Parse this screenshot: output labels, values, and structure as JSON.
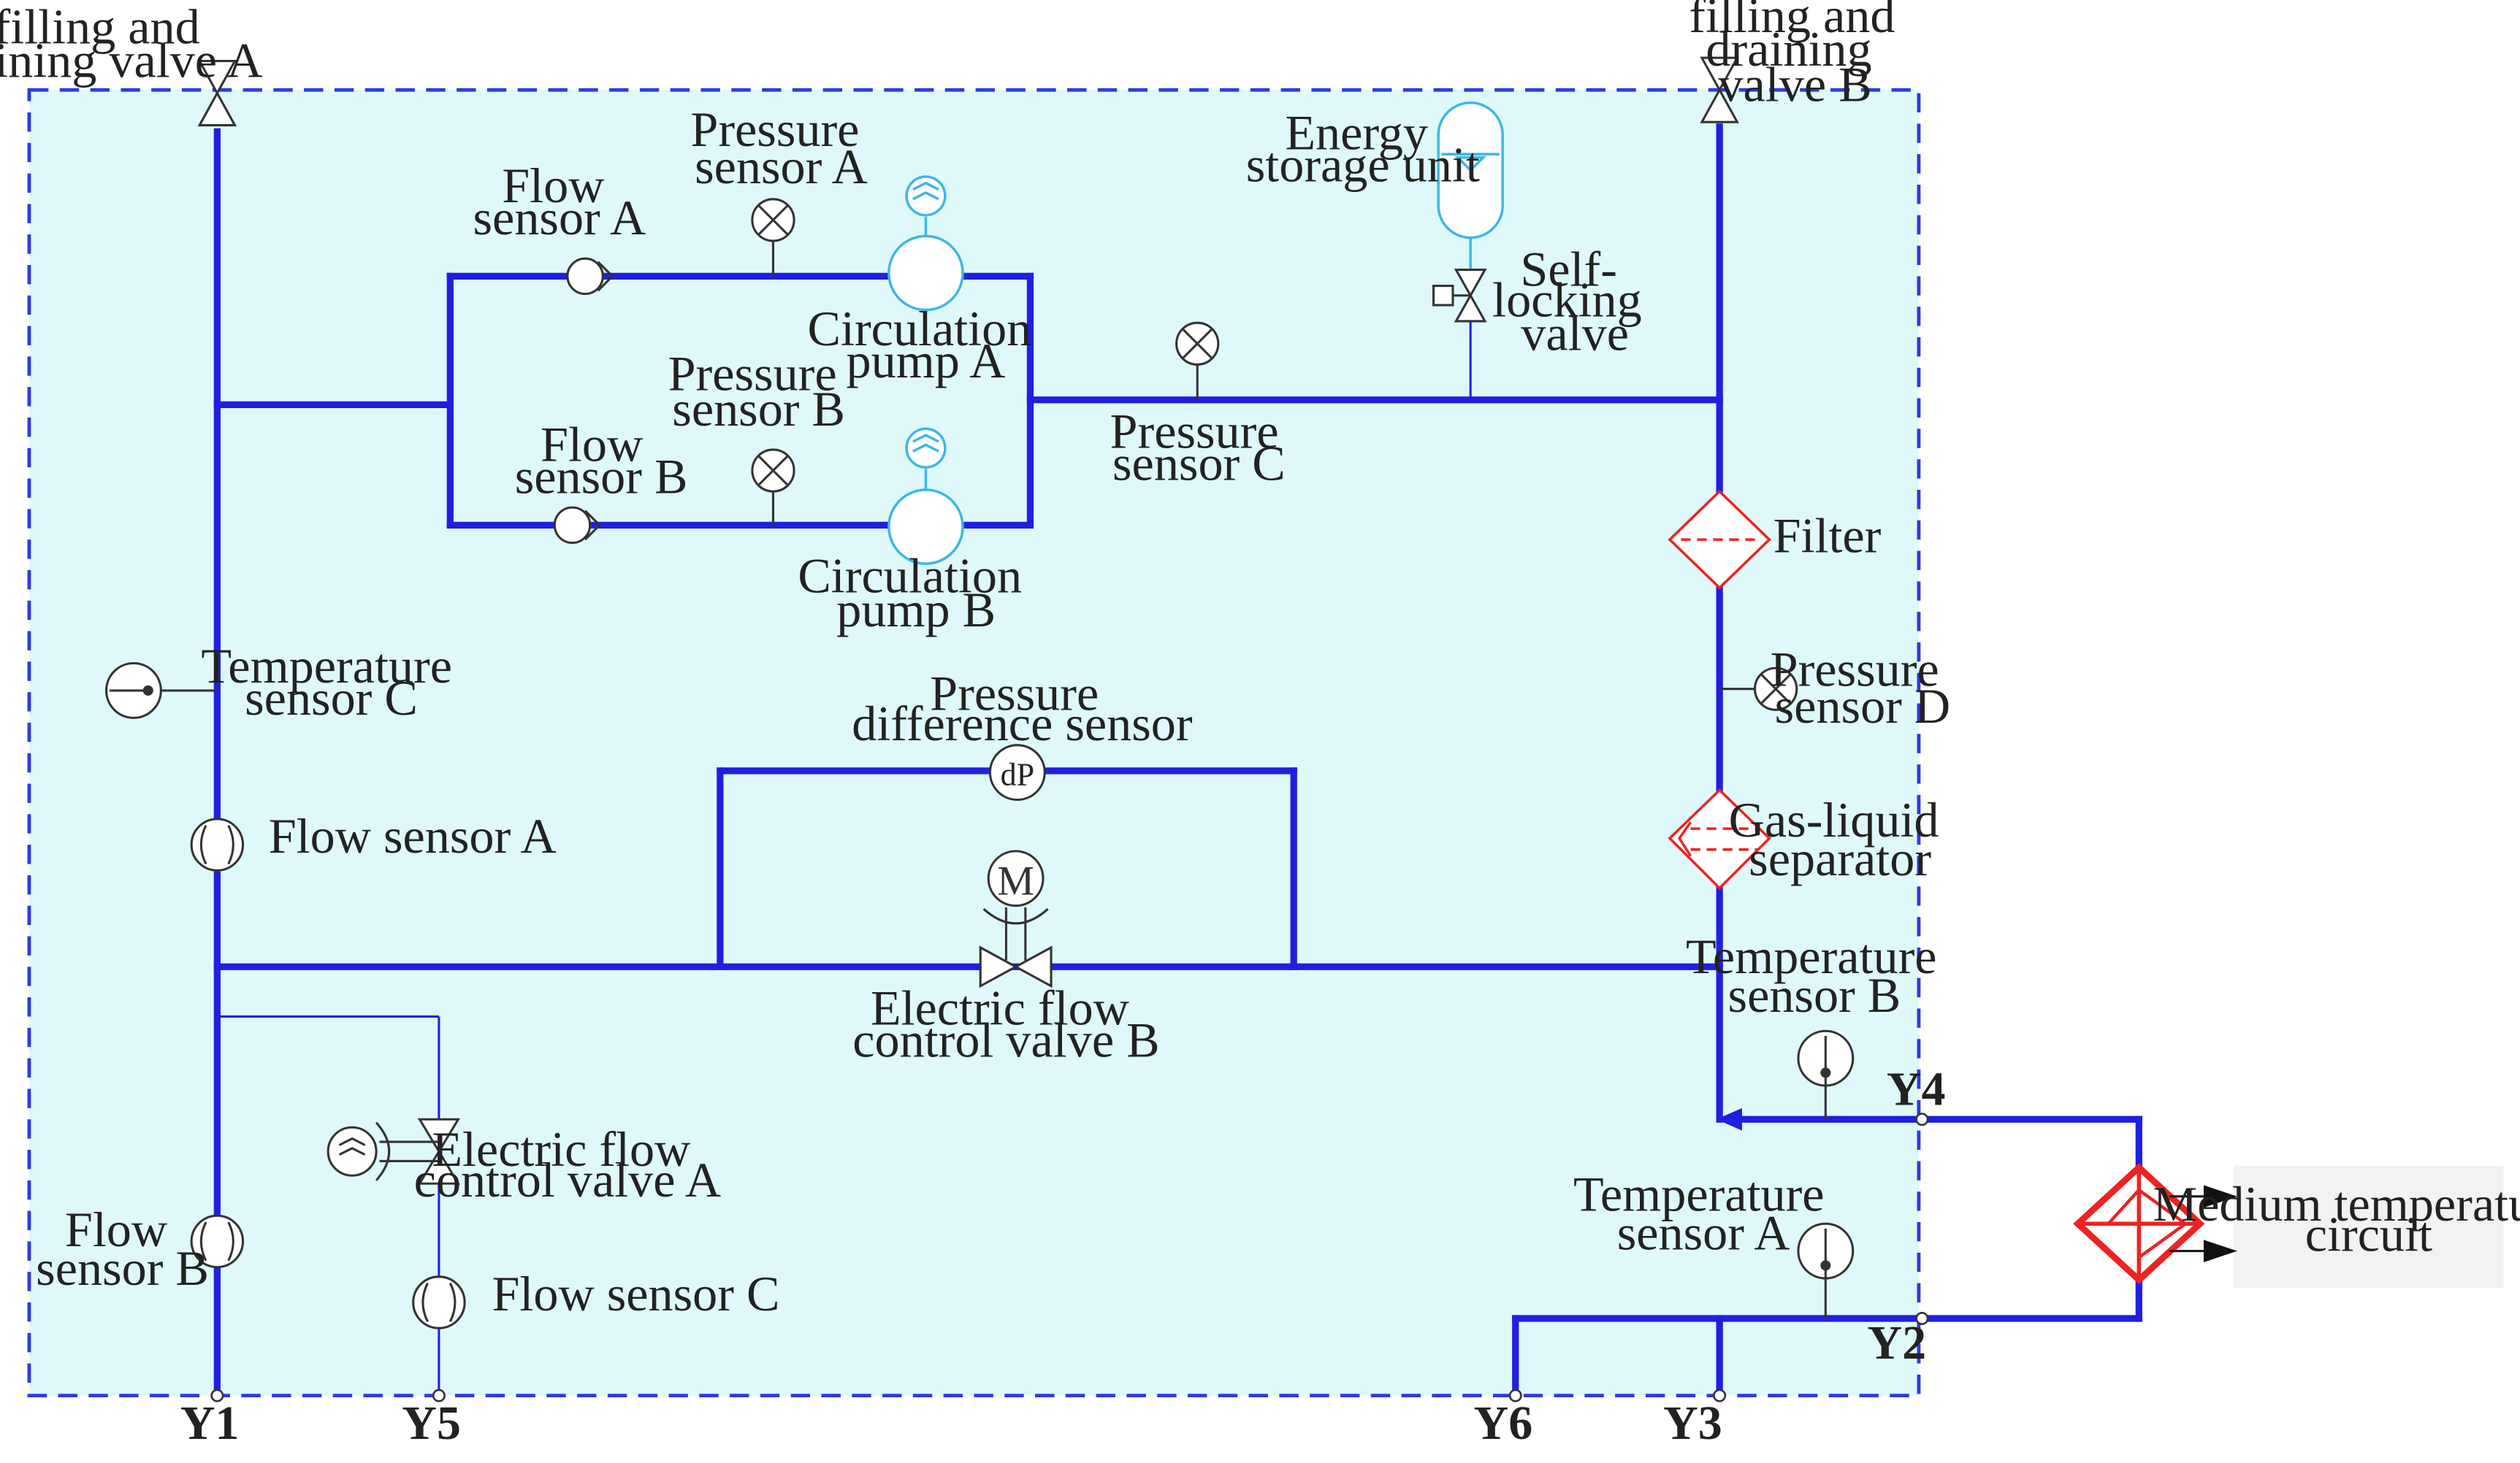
{
  "labels": {
    "fill_valve_a": [
      "filling and",
      "draining valve A"
    ],
    "fill_valve_b": [
      "filling and",
      "draining",
      "valve B"
    ],
    "flow_sensor_a_top": [
      "Flow",
      "sensor A"
    ],
    "pressure_sensor_a": [
      "Pressure",
      "sensor A"
    ],
    "circ_pump_a": [
      "Circulation",
      "pump A"
    ],
    "pressure_sensor_b": [
      "Pressure",
      "sensor B"
    ],
    "flow_sensor_b_top": [
      "Flow",
      "sensor B"
    ],
    "circ_pump_b": [
      "Circulation",
      "pump B"
    ],
    "energy_storage": [
      "Energy",
      "storage unit"
    ],
    "self_locking_valve": [
      "Self-",
      "locking",
      "valve"
    ],
    "pressure_sensor_c": [
      "Pressure",
      "sensor C"
    ],
    "filter": [
      "Filter"
    ],
    "pressure_sensor_d": [
      "Pressure",
      "sensor D"
    ],
    "gas_liquid_separator": [
      "Gas-liquid",
      "separator"
    ],
    "temperature_sensor_c": [
      "Temperature",
      "sensor C"
    ],
    "flow_sensor_a_left": [
      "Flow sensor A"
    ],
    "pressure_difference_sensor": [
      "Pressure",
      "difference sensor"
    ],
    "dp_symbol": "dP",
    "motor_symbol": "M",
    "electric_flow_valve_b": [
      "Electric flow",
      "control valve B"
    ],
    "temperature_sensor_b": [
      "Temperature",
      "sensor B"
    ],
    "electric_flow_valve_a": [
      "Electric flow",
      "control valve A"
    ],
    "flow_sensor_b_left": [
      "Flow",
      "sensor B"
    ],
    "flow_sensor_c": [
      "Flow sensor C"
    ],
    "temperature_sensor_a": [
      "Temperature",
      "sensor A"
    ],
    "medium_temp_circuit": [
      "Medium temperature",
      "circuit"
    ]
  },
  "ports": {
    "y1": "Y1",
    "y2": "Y2",
    "y3": "Y3",
    "y4": "Y4",
    "y5": "Y5",
    "y6": "Y6"
  },
  "colors": {
    "pipe": "#1f1fe0",
    "boundary": "#2d3be0",
    "background": "#dff9fb",
    "component_cyan": "#3fb7e6",
    "component_red": "#ee2222",
    "sensor_stroke": "#333333"
  }
}
